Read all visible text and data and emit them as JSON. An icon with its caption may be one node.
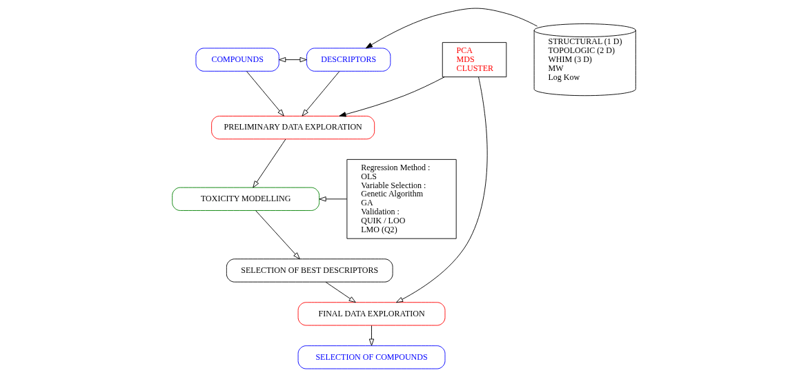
{
  "diagram": {
    "nodes": [
      {
        "text": [
          "COMPOUNDS"
        ]
      },
      {
        "text": [
          "DESCRIPTORS"
        ]
      },
      {
        "text": [
          "STRUCTURAL (1 D)",
          "TOPOLOGIC (2 D)",
          "WHIM (3 D)",
          "MW",
          "Log Kow"
        ]
      },
      {
        "text": [
          "PRELIMINARY DATA EXPLORATION"
        ]
      },
      {
        "text": [
          "TOXICITY MODELLING"
        ]
      },
      {
        "text": [
          "Regression Method :",
          "OLS",
          "Variable Selection :",
          "Genetic Algorithm",
          "GA",
          "Validation :",
          "QUIK / LOO",
          "LMO (Q2)"
        ]
      },
      {
        "text": [
          "SELECTION OF BEST DESCRIPTORS"
        ]
      },
      {
        "text": [
          "PCA",
          "MDS",
          "CLUSTER"
        ]
      },
      {
        "text": [
          "FINAL DATA EXPLORATION"
        ]
      },
      {
        "text": [
          "SELECTION OF COMPOUNDS"
        ]
      }
    ],
    "edges": [
      {
        "from": 0,
        "to": 1,
        "arrow": "both"
      },
      {
        "from": 0,
        "to": 3,
        "arrow": "to"
      },
      {
        "from": 1,
        "to": 3,
        "arrow": "to"
      },
      {
        "from": 2,
        "to": 1,
        "arrow": "to"
      },
      {
        "from": 7,
        "to": 3,
        "arrow": "to"
      },
      {
        "from": 7,
        "to": 8,
        "arrow": "to"
      },
      {
        "from": 3,
        "to": 4,
        "arrow": "to"
      },
      {
        "from": 5,
        "to": 4,
        "arrow": "to"
      },
      {
        "from": 4,
        "to": 6,
        "arrow": "to"
      },
      {
        "from": 6,
        "to": 8,
        "arrow": "to"
      },
      {
        "from": 8,
        "to": 9,
        "arrow": "to"
      }
    ]
  }
}
